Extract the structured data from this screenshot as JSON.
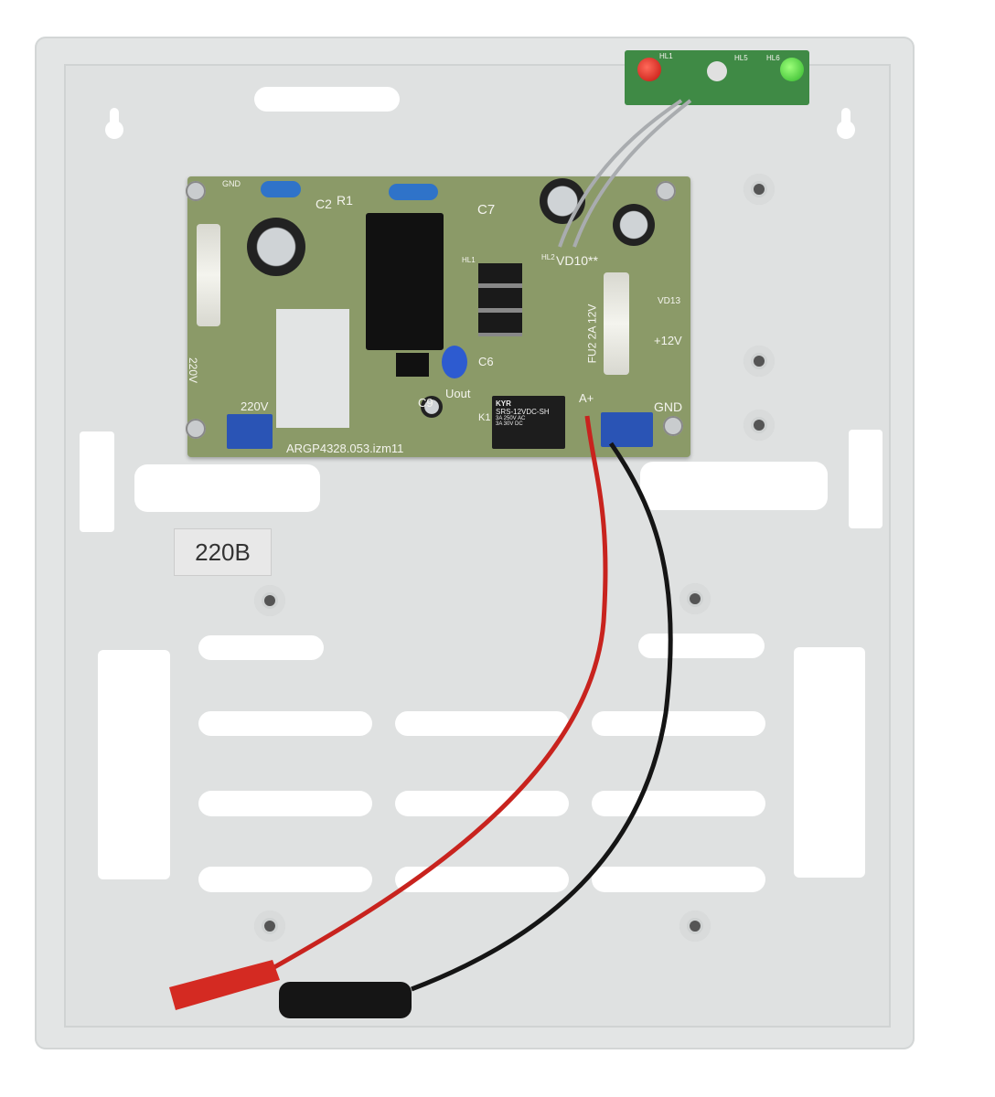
{
  "enclosure_label": "220B",
  "pcb": {
    "part_number": "ARGP4328.053.izm11",
    "labels": {
      "gnd_top": "GND",
      "c2": "C2",
      "r1": "R1",
      "c7": "C7",
      "hl1": "HL1",
      "hl2": "HL2",
      "vd10": "VD10**",
      "vd13": "VD13",
      "plus12v": "+12V",
      "gnd": "GND",
      "v220_side": "220V",
      "v220": "220V",
      "uout": "Uout",
      "c6": "C6",
      "c9": "C9",
      "k1": "K1",
      "a_plus": "A+",
      "fuse2": "FU2 2A 12V"
    },
    "relay": {
      "brand": "KYR",
      "model": "SRS-12VDC-SH",
      "rating1": "3A 250V AC",
      "rating2": "3A 30V DC"
    }
  },
  "led_board": {
    "hl1": "HL1",
    "hl5": "HL5",
    "hl6": "HL6"
  },
  "colors": {
    "enclosure": "#e3e5e5",
    "pcb": "#8b9a68",
    "red_wire": "#c8231e",
    "black_wire": "#151515"
  }
}
